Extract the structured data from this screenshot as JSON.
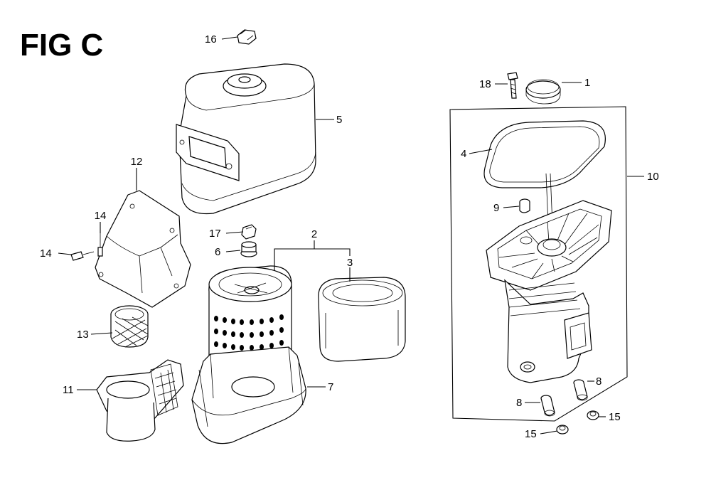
{
  "figure": {
    "title": "FIG C"
  },
  "callouts": [
    {
      "id": "c1",
      "text": "1"
    },
    {
      "id": "c2",
      "text": "2"
    },
    {
      "id": "c3",
      "text": "3"
    },
    {
      "id": "c4",
      "text": "4"
    },
    {
      "id": "c5",
      "text": "5"
    },
    {
      "id": "c6",
      "text": "6"
    },
    {
      "id": "c7",
      "text": "7"
    },
    {
      "id": "c8a",
      "text": "8"
    },
    {
      "id": "c8b",
      "text": "8"
    },
    {
      "id": "c9",
      "text": "9"
    },
    {
      "id": "c10",
      "text": "10"
    },
    {
      "id": "c11",
      "text": "11"
    },
    {
      "id": "c12",
      "text": "12"
    },
    {
      "id": "c13",
      "text": "13"
    },
    {
      "id": "c14a",
      "text": "14"
    },
    {
      "id": "c14b",
      "text": "14"
    },
    {
      "id": "c15a",
      "text": "15"
    },
    {
      "id": "c15b",
      "text": "15"
    },
    {
      "id": "c16",
      "text": "16"
    },
    {
      "id": "c17",
      "text": "17"
    },
    {
      "id": "c18",
      "text": "18"
    }
  ]
}
